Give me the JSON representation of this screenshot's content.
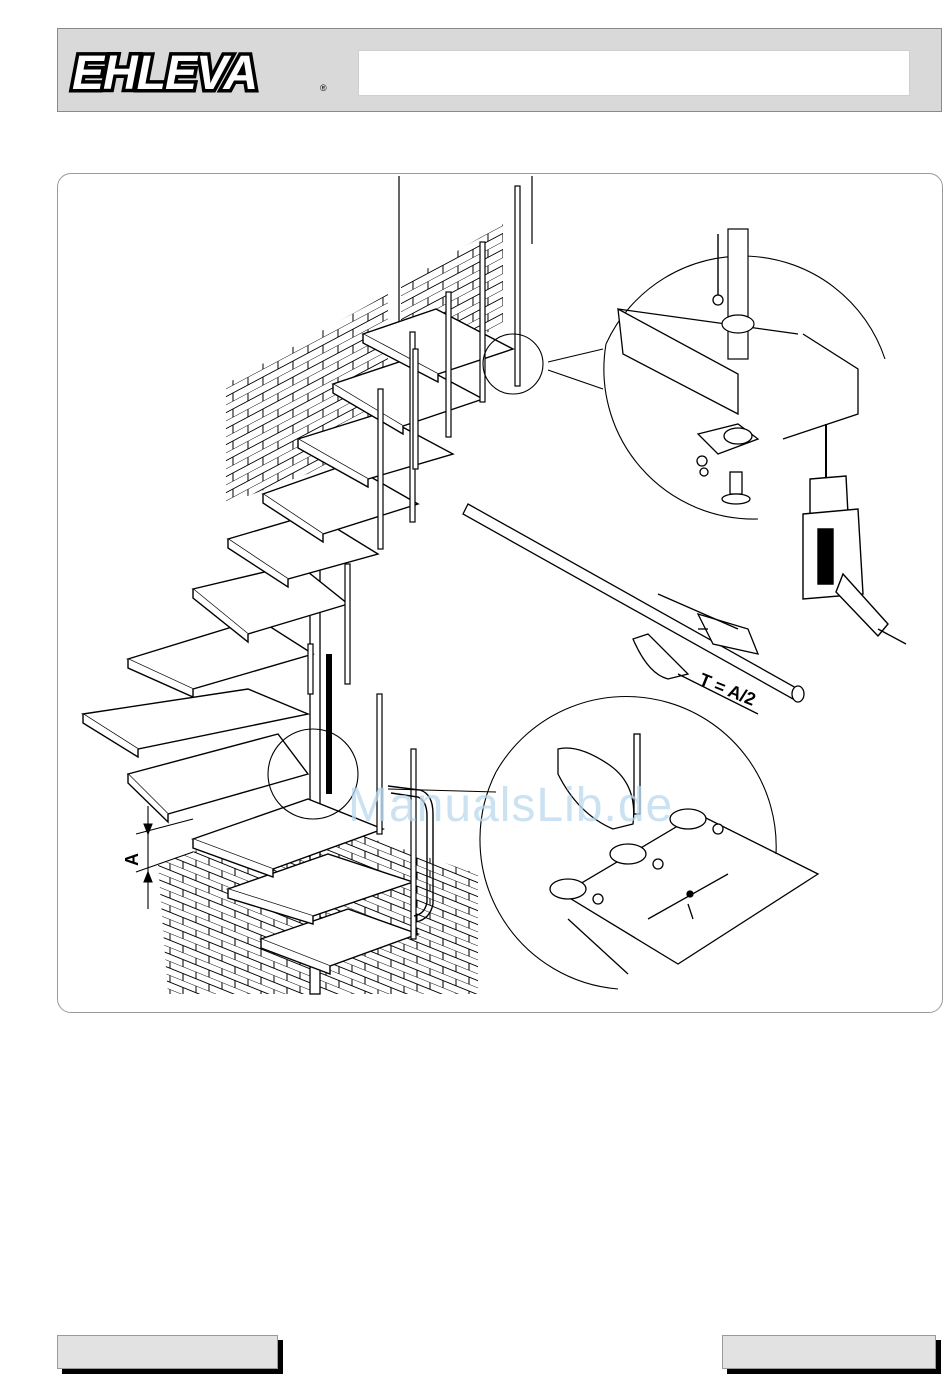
{
  "header": {
    "logo_text": "EHLEVA",
    "registered_mark": "®",
    "title": ""
  },
  "watermark": "ManualsLib.de",
  "figure": {
    "label_a": "A",
    "formula": "T = A/2"
  },
  "footer": {
    "left_text": "",
    "right_text": ""
  },
  "colors": {
    "header_bg": "#d9d9d9",
    "line": "#000000",
    "watermark": "#b9d9ee"
  }
}
